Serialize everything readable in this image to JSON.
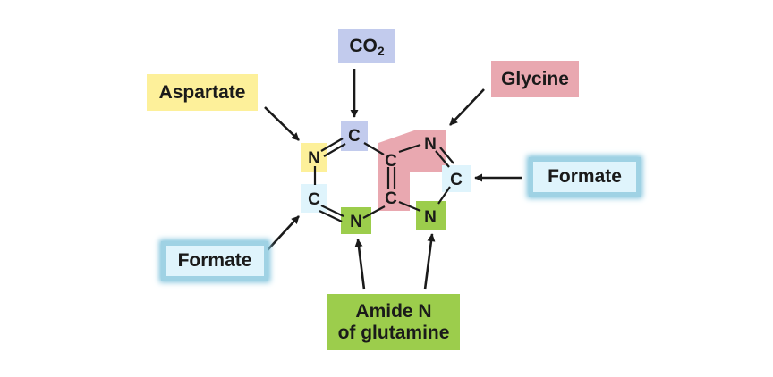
{
  "labels": {
    "aspartate": "Aspartate",
    "co2_main": "CO",
    "co2_sub": "2",
    "glycine": "Glycine",
    "formate_right": "Formate",
    "formate_left": "Formate",
    "amide_line1": "Amide N",
    "amide_line2": "of glutamine"
  },
  "atoms": {
    "n1": "N",
    "c2": "C",
    "n3": "N",
    "c4": "C",
    "c5": "C",
    "c6": "C",
    "n7": "N",
    "c8": "C",
    "n9": "N"
  },
  "colors": {
    "aspartate": "#fdf09a",
    "co2": "#c2cbed",
    "glycine": "#e9a8b0",
    "formate": "#dff4fc",
    "formate_glow": "#9fd2e4",
    "glutamine": "#9ccd4c"
  }
}
